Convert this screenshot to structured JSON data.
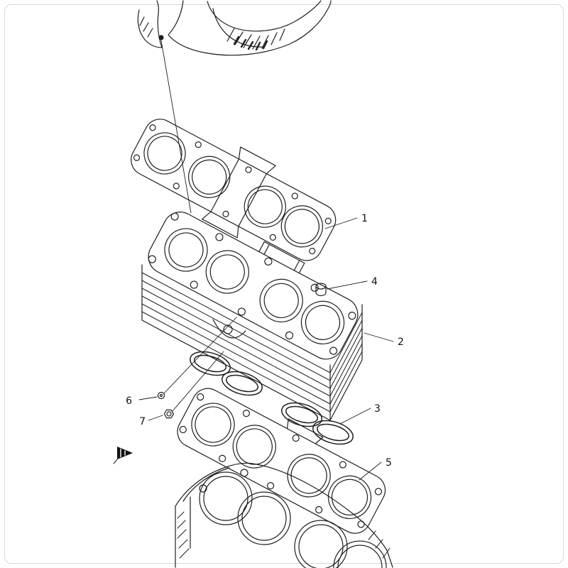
{
  "page": {
    "background": "#ffffff",
    "frame_border": "#d3d6da"
  },
  "diagram": {
    "type": "exploded-parts-diagram",
    "subject": "engine cylinder assembly",
    "line_color": "#1f1f1f",
    "label_color": "#111111",
    "parts": [
      {
        "number": "1"
      },
      {
        "number": "2"
      },
      {
        "number": "3"
      },
      {
        "number": "4"
      },
      {
        "number": "5"
      },
      {
        "number": "6"
      },
      {
        "number": "7"
      }
    ]
  }
}
